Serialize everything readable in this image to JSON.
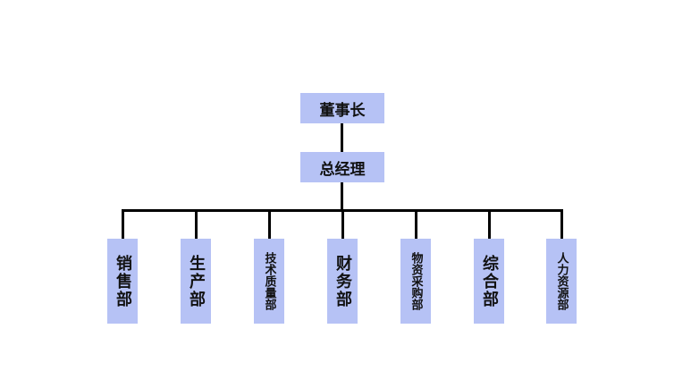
{
  "chairman": "董事长",
  "general_manager": "总经理",
  "departments": [
    {
      "label": "销售部"
    },
    {
      "label": "生产部"
    },
    {
      "label": "技术质量部"
    },
    {
      "label": "财务部"
    },
    {
      "label": "物资采购部"
    },
    {
      "label": "综合部"
    },
    {
      "label": "人力资源部"
    }
  ],
  "colors": {
    "box": "#b6c2f5",
    "line": "#000000"
  }
}
